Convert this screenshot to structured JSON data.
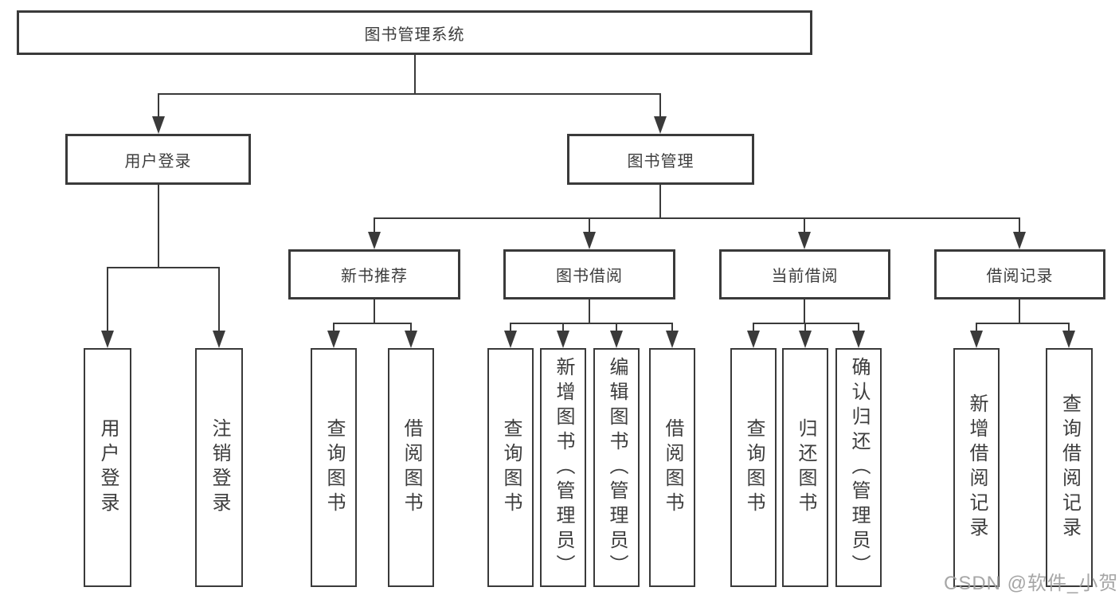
{
  "diagram": {
    "root": "图书管理系统",
    "level2": [
      "用户登录",
      "图书管理"
    ],
    "level3": [
      "新书推荐",
      "图书借阅",
      "当前借阅",
      "借阅记录"
    ],
    "leaves": {
      "user": [
        "用户登录",
        "注销登录"
      ],
      "newbook": [
        "查询图书",
        "借阅图书"
      ],
      "borrow": [
        "查询图书",
        "新增图书（管理员）",
        "编辑图书（管理员）",
        "借阅图书"
      ],
      "current": [
        "查询图书",
        "归还图书",
        "确认归还（管理员）"
      ],
      "records": [
        "新增借阅记录",
        "查询借阅记录"
      ]
    }
  },
  "watermark": {
    "text": "CSDN @软件_小贺同学",
    "color": "#9e9e9e"
  },
  "colors": {
    "line": "#3a3a3a",
    "box_bg": "#ffffff",
    "text": "#3d3d3d"
  }
}
